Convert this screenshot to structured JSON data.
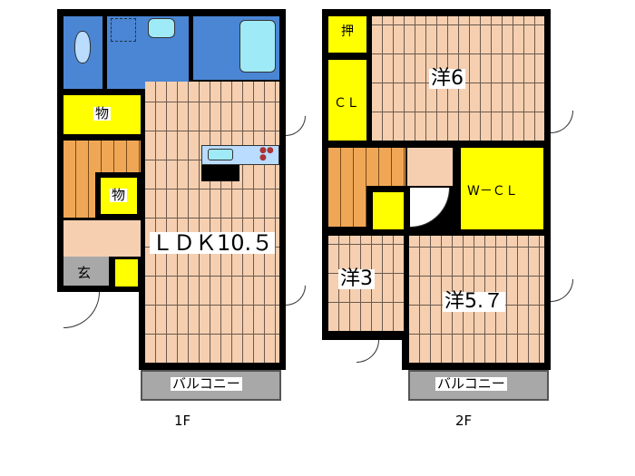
{
  "floor1": {
    "caption": "1F",
    "rooms": {
      "ldk": "ＬＤＫ10.５",
      "storage1": "物",
      "storage2": "物",
      "entrance": "玄",
      "balcony": "バルコニー"
    }
  },
  "floor2": {
    "caption": "2F",
    "rooms": {
      "western6": "洋6",
      "oshiire": "押",
      "closet": "ＣＬ",
      "walkin_closet": "W－ＣＬ",
      "western3": "洋3",
      "western57": "洋5.７",
      "balcony": "バルコニー"
    }
  }
}
